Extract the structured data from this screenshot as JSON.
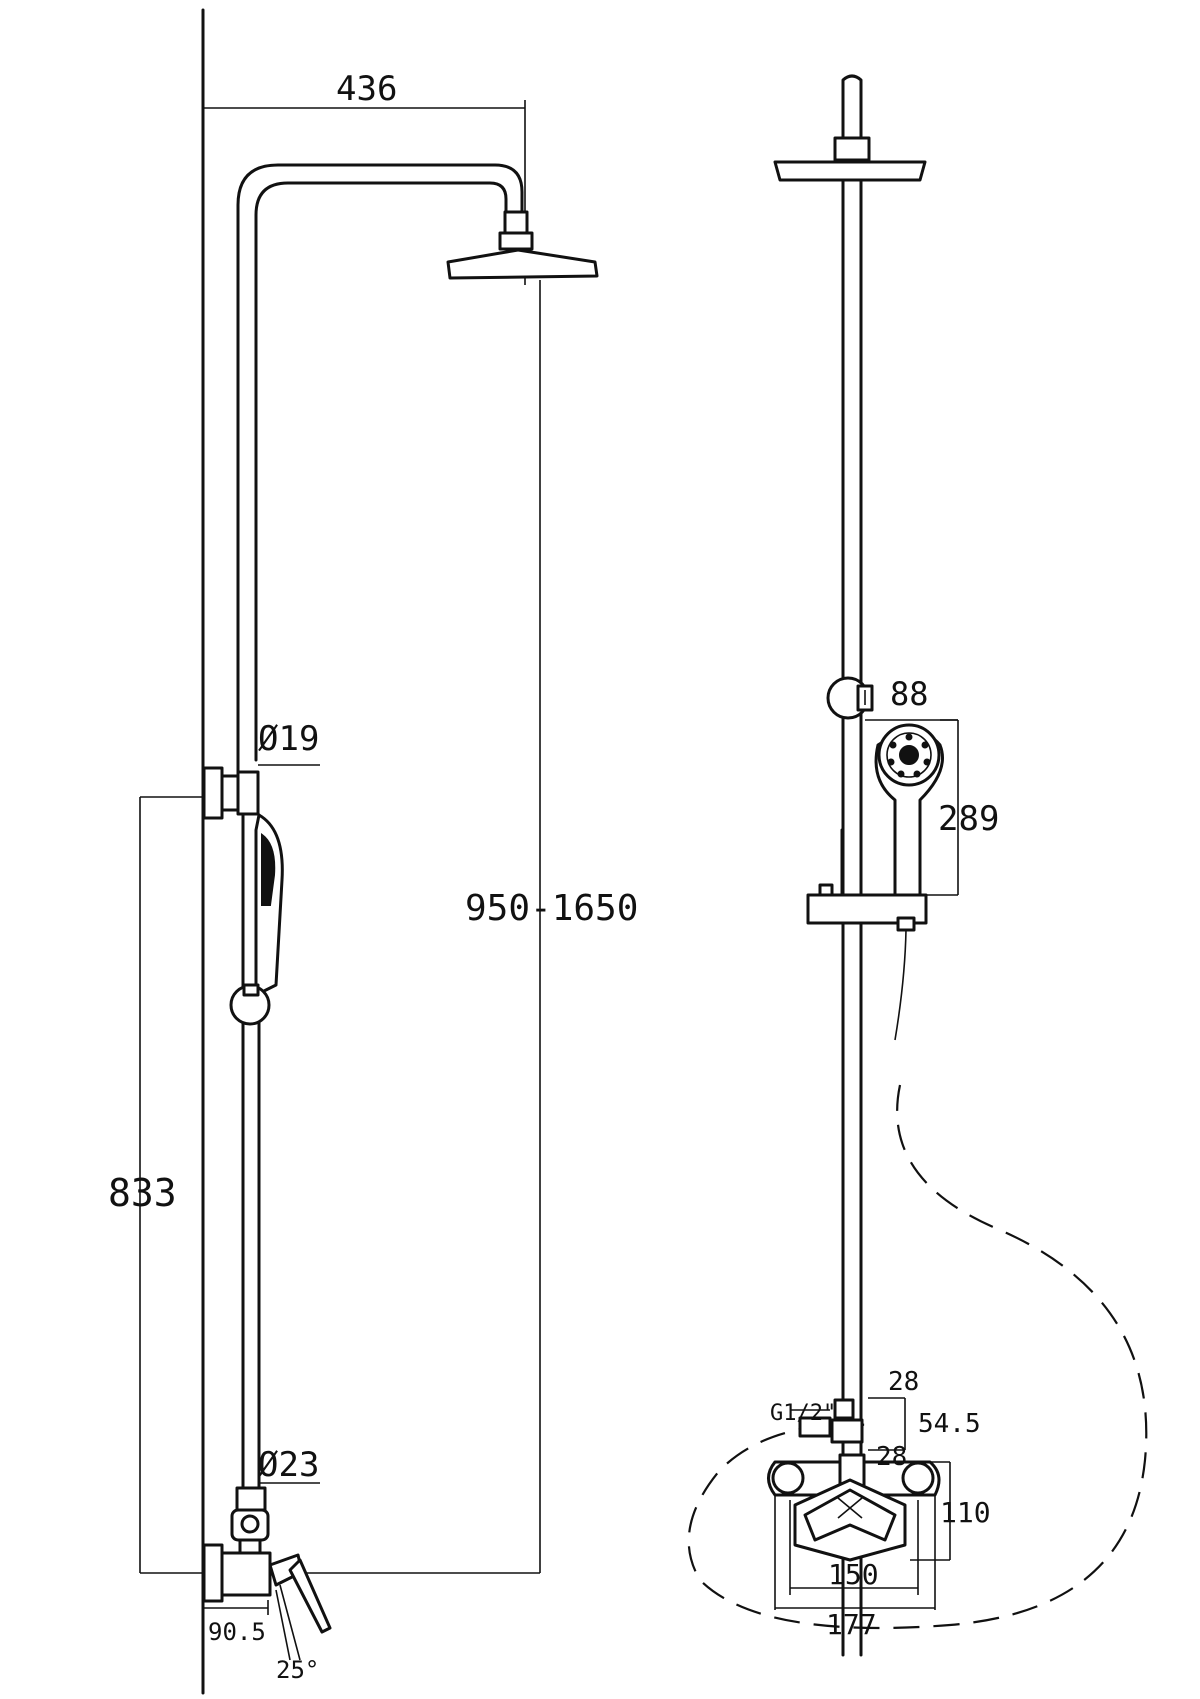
{
  "dimensions": {
    "overhead_arm": "436",
    "riser_diameter": "Ø19",
    "lower_diameter": "Ø23",
    "height_range": "950-1650",
    "mixer_height": "833",
    "wall_offset": "90.5",
    "handle_angle": "25°",
    "hand_shower_width": "88",
    "hand_shower_length": "289",
    "inlet_thread": "G1/2\"",
    "elbow_top": "28",
    "elbow_depth": "54.5",
    "elbow_bottom": "28",
    "mixer_body_height": "110",
    "inlet_centers": "150",
    "mixer_width": "177"
  },
  "colors": {
    "line": "#111111",
    "background": "#ffffff"
  }
}
